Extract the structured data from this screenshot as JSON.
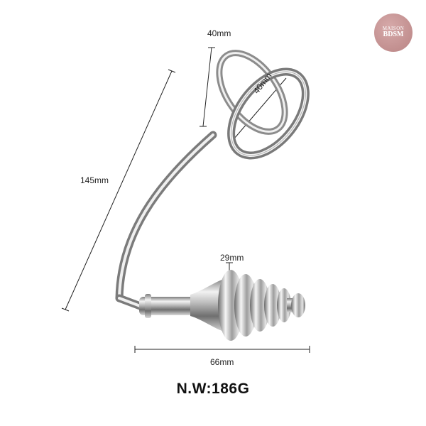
{
  "product": {
    "dimensions": {
      "ring_height": "40mm",
      "ring_diameter": "40mm",
      "total_height": "145mm",
      "plug_diameter": "29mm",
      "plug_length": "66mm"
    },
    "net_weight": "N.W:186G"
  },
  "logo": {
    "line1": "MAISON",
    "line2": "BDSM",
    "color": "#c59393"
  },
  "colors": {
    "metal_dark": "#8a8a8a",
    "metal_light": "#f4f4f4",
    "dimension_line": "#222222"
  }
}
